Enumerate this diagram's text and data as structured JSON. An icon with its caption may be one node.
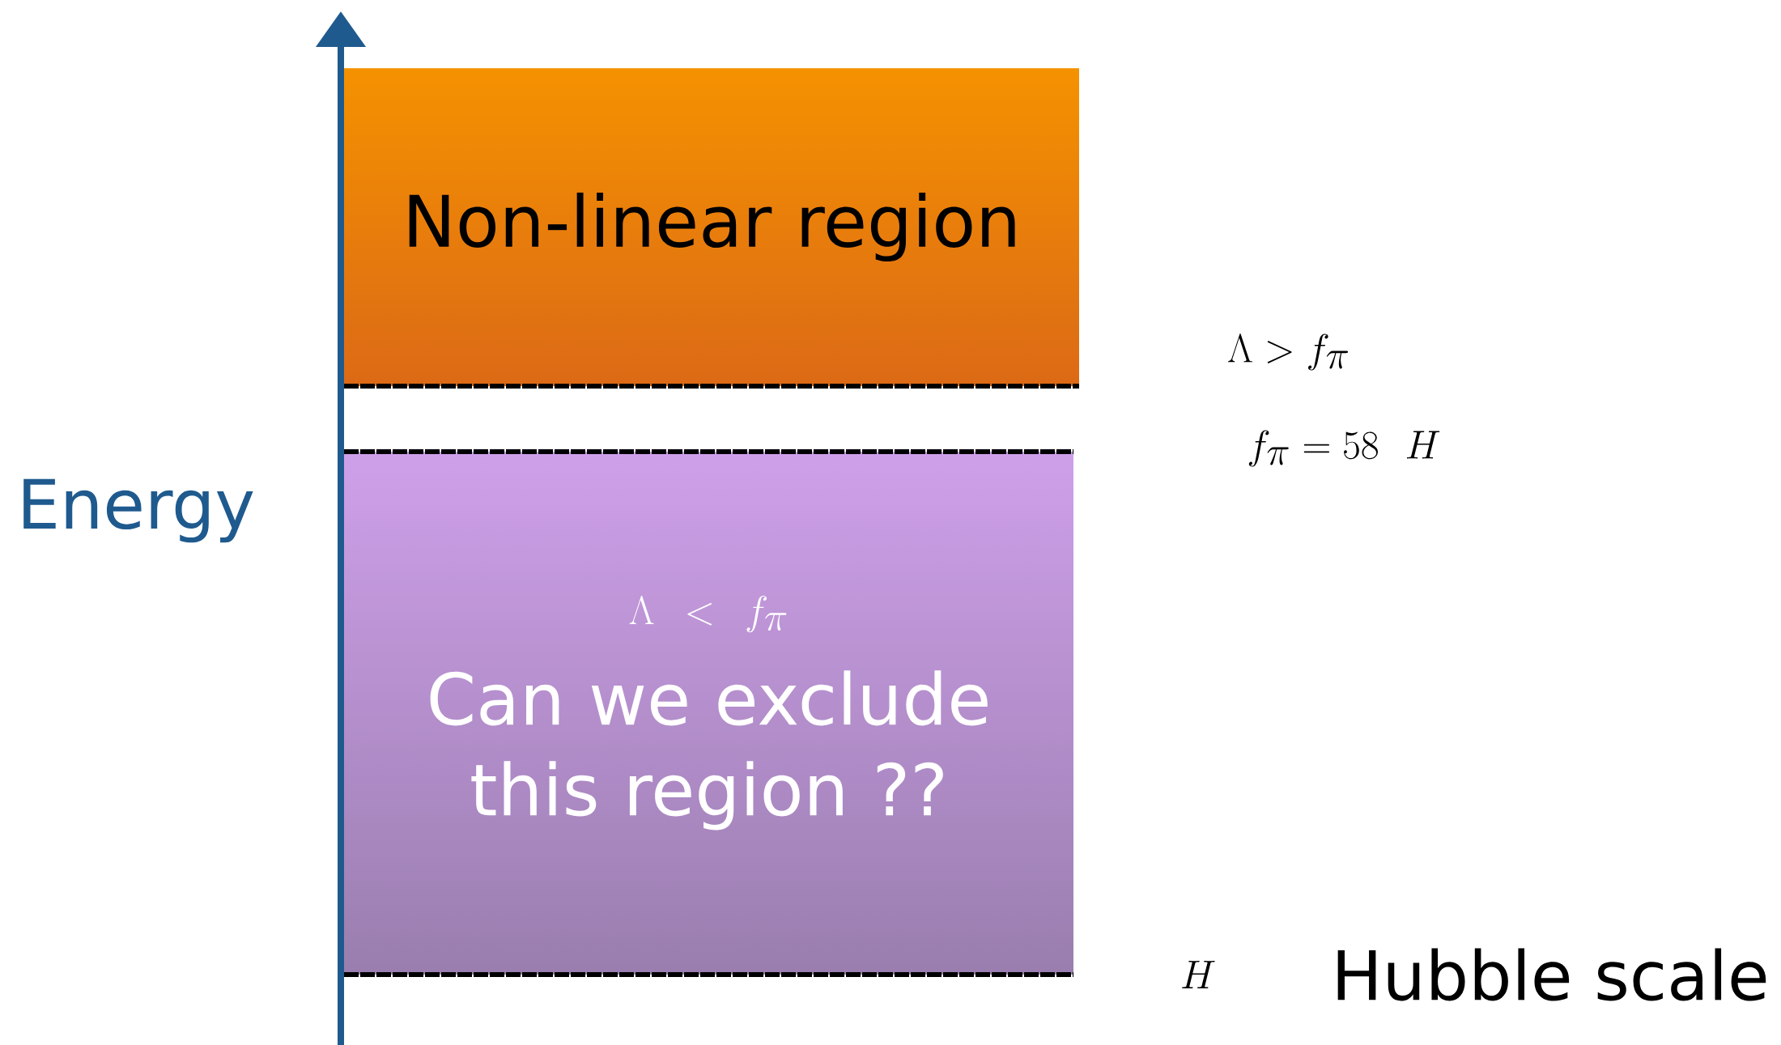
{
  "diagram": {
    "nodes": [
      {
        "text": [
          "Non-linear region"
        ]
      },
      {
        "text": [
          "\\Lambda < f_\\pi",
          "Can we exclude this region ??"
        ]
      }
    ],
    "labels": [
      "Energy",
      "\\Lambda > f_\\pi",
      "f_\\pi = 58\\ H",
      "H",
      "Hubble scale"
    ]
  }
}
